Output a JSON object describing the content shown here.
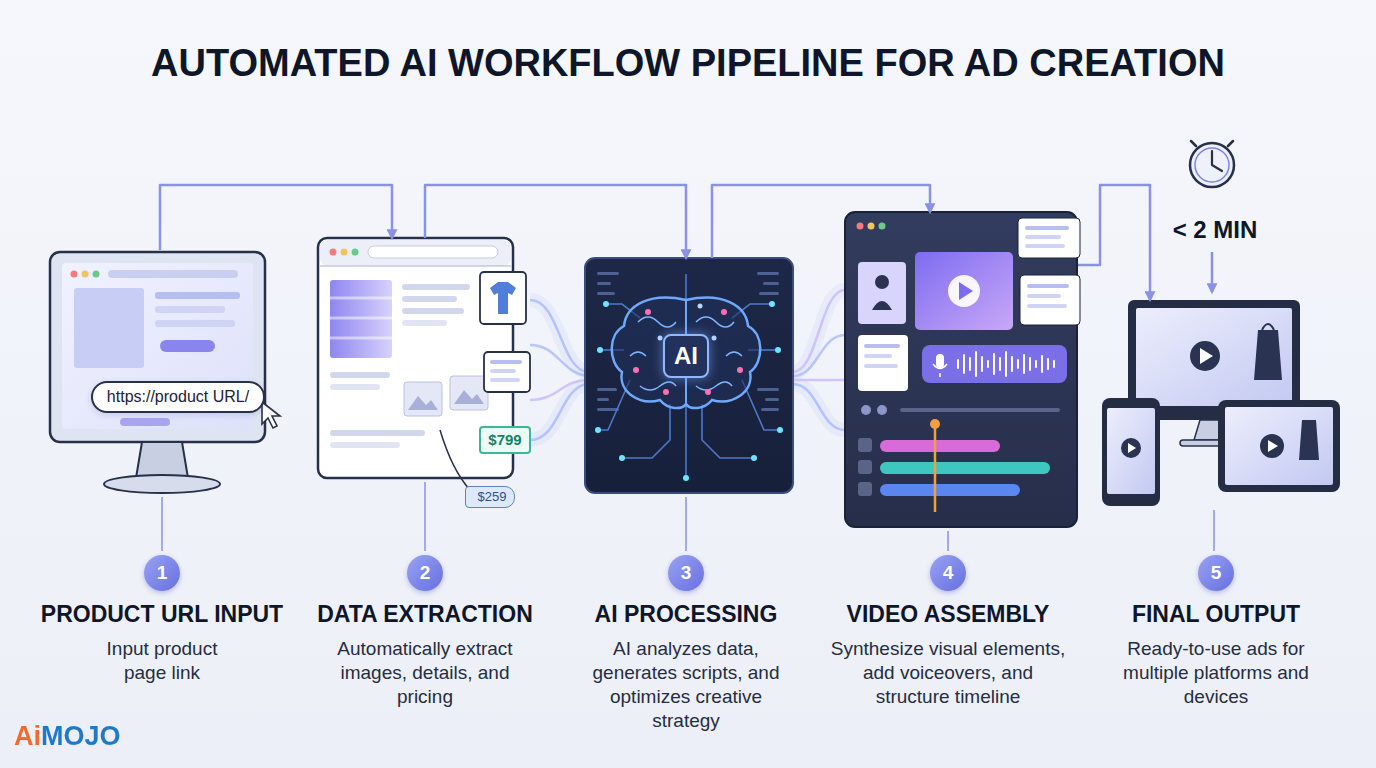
{
  "diagram": {
    "title": "AUTOMATED AI WORKFLOW PIPELINE FOR AD CREATION",
    "nodes": [
      {
        "text": [
          "PRODUCT URL INPUT",
          "Input product page link"
        ]
      },
      {
        "text": [
          "1"
        ],
        "in": 0
      },
      {
        "text": [
          "https://product URL/"
        ],
        "in": 0
      },
      {
        "text": [
          "DATA EXTRACTION",
          "Automatically extract images, details, and pricing"
        ]
      },
      {
        "text": [
          "2"
        ],
        "in": 3
      },
      {
        "text": [
          "$799"
        ],
        "in": 3
      },
      {
        "text": [
          "$259"
        ],
        "in": 3
      },
      {
        "text": [
          "AI PROCESSING",
          "AI analyzes data, generates scripts, and optimizes creative strategy"
        ]
      },
      {
        "text": [
          "3"
        ],
        "in": 7
      },
      {
        "text": [
          "AI"
        ],
        "in": 7
      },
      {
        "text": [
          "VIDEO ASSEMBLY",
          "Synthesize visual elements, add voiceovers, and structure timeline"
        ]
      },
      {
        "text": [
          "4"
        ],
        "in": 10
      },
      {
        "text": [
          "FINAL OUTPUT",
          "Ready-to-use ads for multiple platforms and devices"
        ]
      },
      {
        "text": [
          "5"
        ],
        "in": 12
      }
    ],
    "edges": [
      {
        "from": 0,
        "to": 3,
        "arrow": "to"
      },
      {
        "from": 3,
        "to": 7,
        "arrow": "to"
      },
      {
        "from": 7,
        "to": 10,
        "arrow": "to"
      },
      {
        "from": 10,
        "to": 12,
        "arrow": "to"
      }
    ],
    "labels": [
      "< 2 MIN",
      "AiMOJO"
    ]
  }
}
